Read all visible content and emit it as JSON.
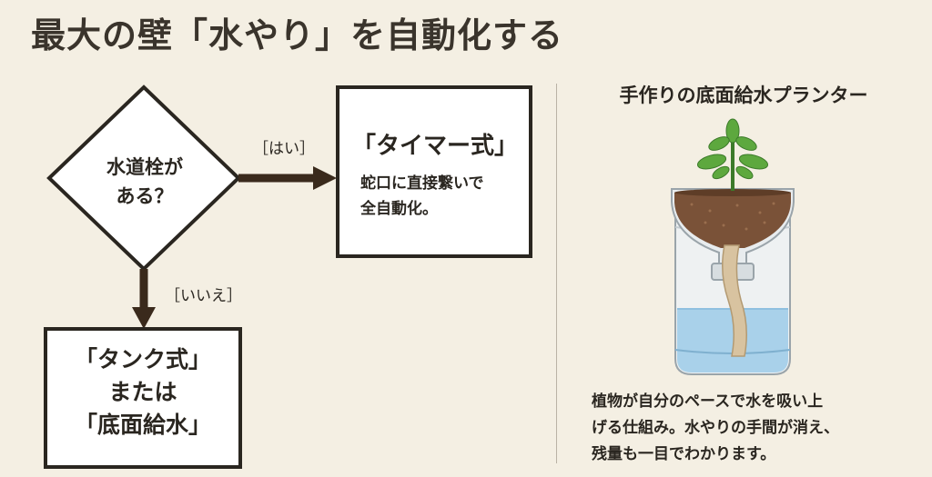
{
  "title": "最大の壁「水やり」を自動化する",
  "flow": {
    "decision": {
      "line1": "水道栓が",
      "line2": "ある？"
    },
    "yes_label": "［はい］",
    "no_label": "［いいえ］",
    "timer_box": {
      "title": "「タイマー式」",
      "line1": "蛇口に直接繋いで",
      "line2": "全自動化。"
    },
    "tank_box": {
      "line1": "「タンク式」",
      "line2": "または",
      "line3": "「底面給水」"
    }
  },
  "planter": {
    "title": "手作りの底面給水プランター",
    "desc_line1": "植物が自分のペースで水を吸い上",
    "desc_line2": "げる仕組み。水やりの手間が消え、",
    "desc_line3": "残量も一目でわかります。"
  }
}
